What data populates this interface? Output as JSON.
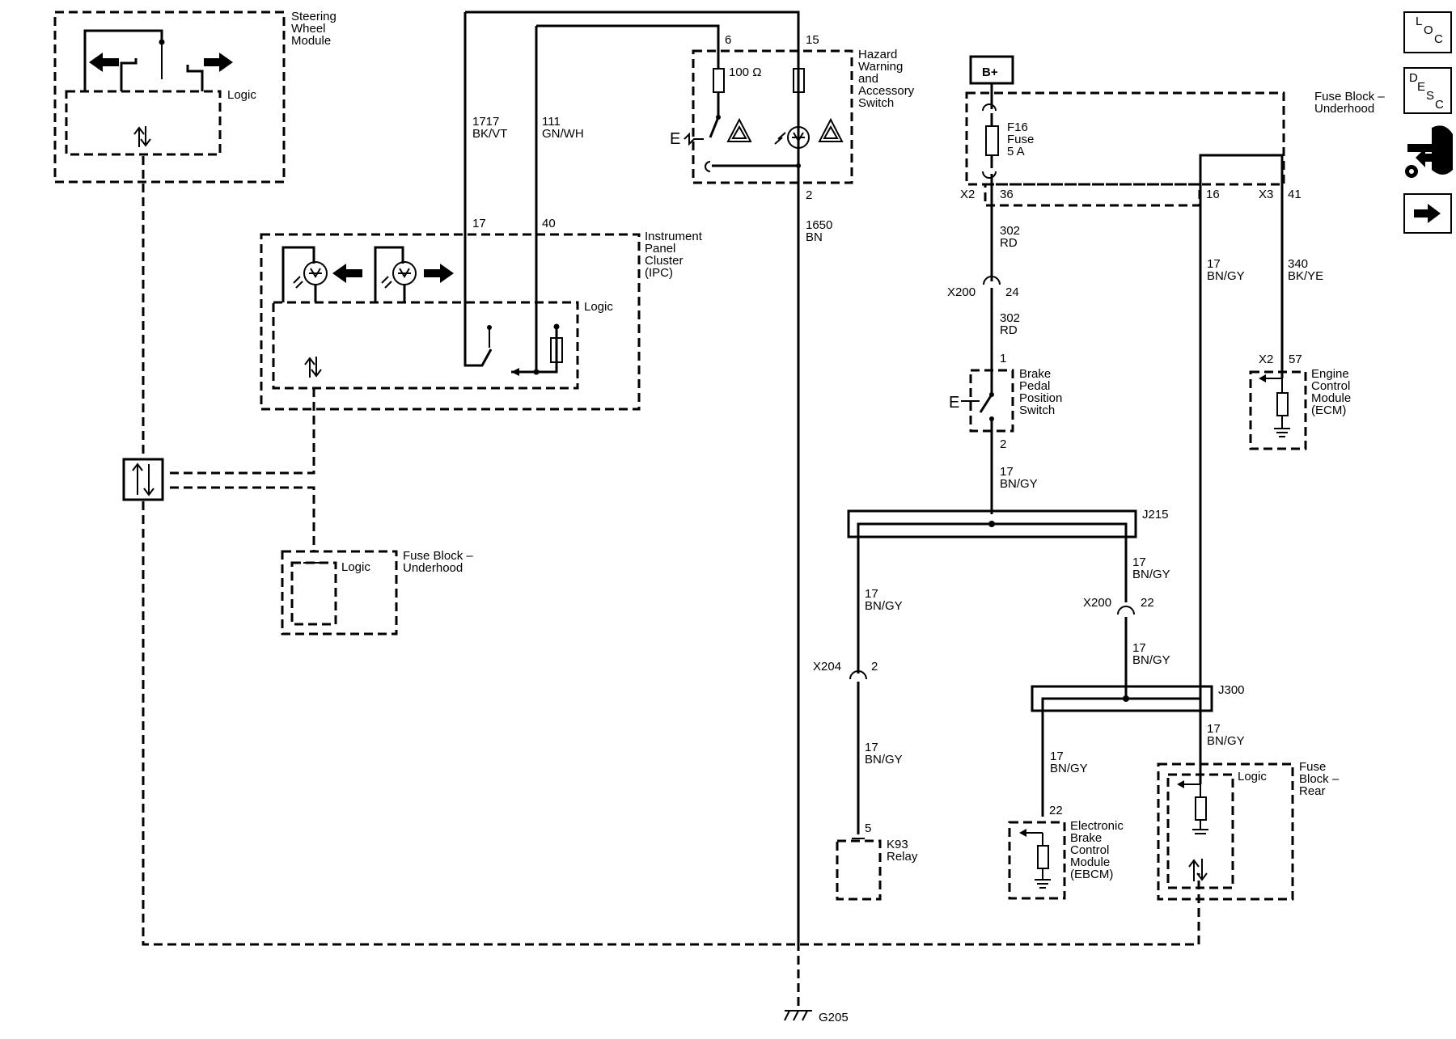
{
  "components": {
    "steering_wheel_module": "Steering\nWheel\nModule",
    "steering_logic": "Logic",
    "hazard_switch": "Hazard\nWarning\nand\nAccessory\nSwitch",
    "resistor_value": "100 Ω",
    "ipc": "Instrument\nPanel\nCluster\n(IPC)",
    "ipc_logic": "Logic",
    "fuse_block_underhood_left": "Fuse Block –\nUnderhood",
    "fuse_block_underhood_left_logic": "Logic",
    "battery": "B+",
    "fuse_block_underhood_right": "Fuse Block –\nUnderhood",
    "fuse": "F16\nFuse\n5 A",
    "brake_switch": "Brake\nPedal\nPosition\nSwitch",
    "ecm": "Engine\nControl\nModule\n(ECM)",
    "k93_relay": "K93\nRelay",
    "ebcm": "Electronic\nBrake\nControl\nModule\n(EBCM)",
    "fuse_block_rear": "Fuse\nBlock –\nRear",
    "fuse_block_rear_logic": "Logic",
    "ground": "G205"
  },
  "wires": {
    "w1717": "1717\nBK/VT",
    "w111": "111\nGN/WH",
    "w1650": "1650\nBN",
    "w302a": "302\nRD",
    "w302b": "302\nRD",
    "w17_brake": "17\nBN/GY",
    "w17_fuse_down": "17\nBN/GY",
    "w340": "340\nBK/YE",
    "w17_left": "17\nBN/GY",
    "w17_right": "17\nBN/GY",
    "w17_relay": "17\nBN/GY",
    "w17_j300": "17\nBN/GY",
    "w17_ebcm": "17\nBN/GY",
    "w17_rear": "17\nBN/GY"
  },
  "pins": {
    "p6": "6",
    "p15": "15",
    "p2_hazard": "2",
    "p17_ipc": "17",
    "p40_ipc": "40",
    "p36": "36",
    "p16": "16",
    "p41": "41",
    "p24": "24",
    "p1_brake": "1",
    "p2_brake": "2",
    "p57": "57",
    "p22_x200": "22",
    "p2_x204": "2",
    "p5_relay": "5",
    "p22_ebcm": "22"
  },
  "connectors": {
    "x2_fuse": "X2",
    "x3_fuse": "X3",
    "x200_a": "X200",
    "x2_ecm": "X2",
    "x200_b": "X200",
    "x204": "X204"
  },
  "splices": {
    "j215": "J215",
    "j300": "J300"
  },
  "nav": {
    "loc": [
      "L",
      "O",
      "C"
    ],
    "desc": [
      "D",
      "E",
      "S",
      "C"
    ]
  }
}
